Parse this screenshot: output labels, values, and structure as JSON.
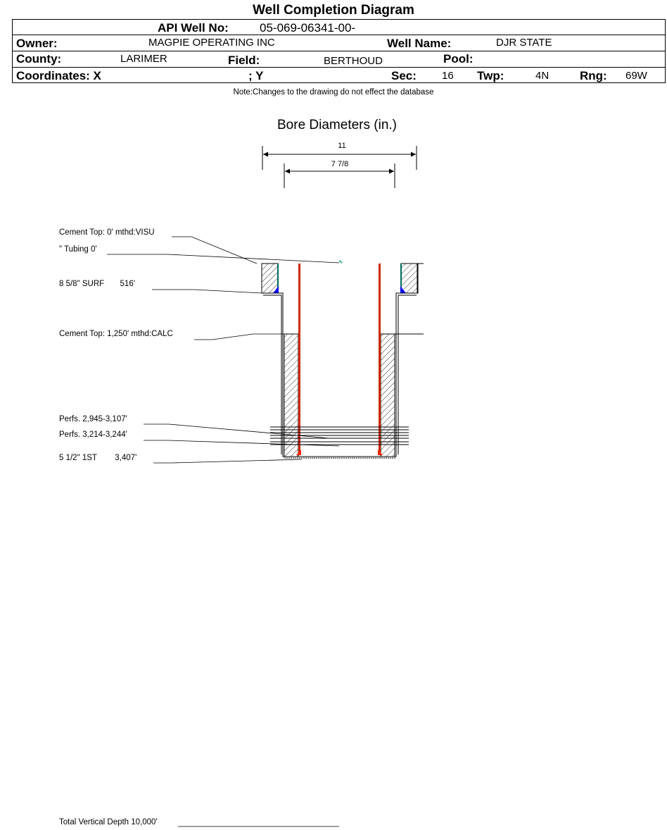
{
  "title": "Well Completion Diagram",
  "header": {
    "api_label": "API Well No:",
    "api_value": "05-069-06341-00-",
    "owner_label": "Owner:",
    "owner_value": "MAGPIE OPERATING INC",
    "well_name_label": "Well Name:",
    "well_name_value": "DJR STATE",
    "county_label": "County:",
    "county_value": "LARIMER",
    "field_label": "Field:",
    "field_value": "BERTHOUD",
    "pool_label": "Pool:",
    "pool_value": "",
    "coord_x_label": "Coordinates: X",
    "coord_y_label": "; Y",
    "sec_label": "Sec:",
    "sec_value": "16",
    "twp_label": "Twp:",
    "twp_value": "4N",
    "rng_label": "Rng:",
    "rng_value": "69W"
  },
  "note": "Note:Changes to the drawing do not effect the database",
  "bore": {
    "title": "Bore Diameters (in.)",
    "outer": "11",
    "inner": "7 7/8"
  },
  "callouts": {
    "cement_top_surface": "Cement Top: 0' mthd:VISU",
    "tubing": "\" Tubing 0'",
    "surface_casing": "8 5/8\" SURF       516'",
    "cement_top_prod": "Cement Top: 1,250' mthd:CALC",
    "perfs_1": "Perfs. 2,945-3,107'",
    "perfs_2": "Perfs. 3,214-3,244'",
    "prod_casing": "5 1/2\" 1ST        3,407'",
    "tvd": "Total Vertical Depth 10,000'"
  },
  "colors": {
    "casing": "#cc2a00",
    "cement_shoe": "#0000ff",
    "tubing_line": "#00a060"
  }
}
